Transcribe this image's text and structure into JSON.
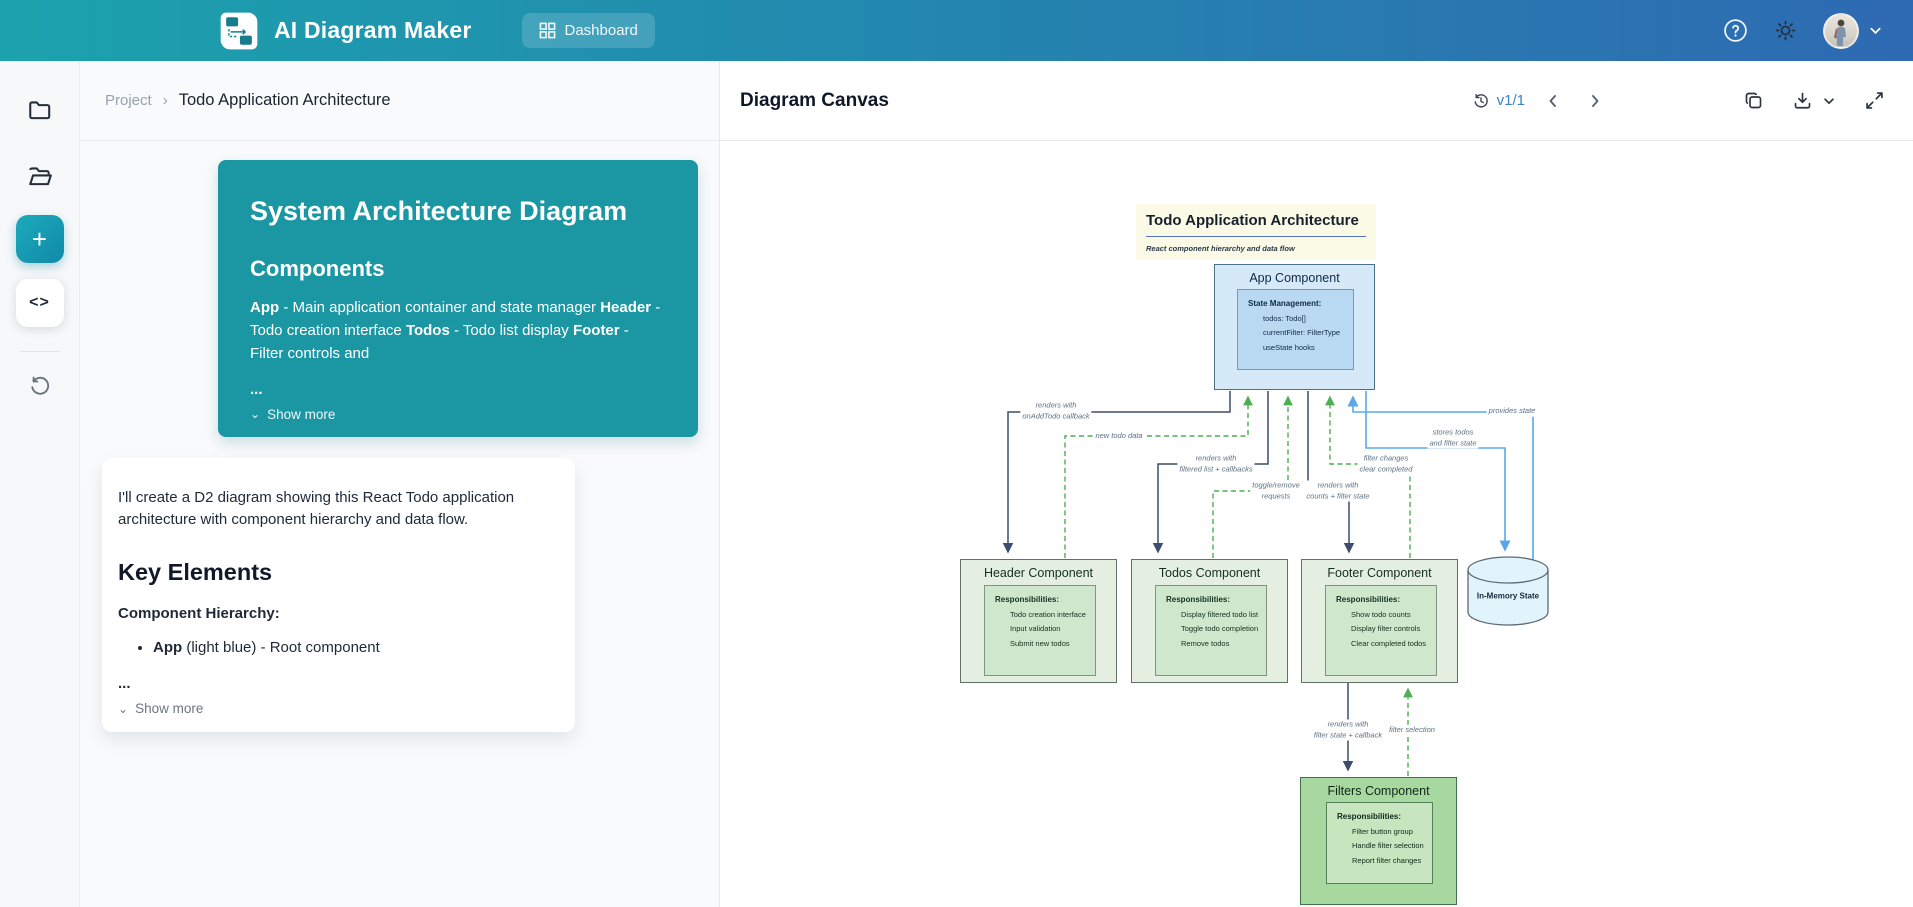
{
  "navbar": {
    "brand": "AI Diagram Maker",
    "dashboard_label": "Dashboard"
  },
  "breadcrumb": {
    "project": "Project",
    "separator": "›",
    "title": "Todo Application Architecture"
  },
  "prompt_card": {
    "title": "System Architecture Diagram",
    "heading": "Components",
    "segments": [
      {
        "bold": "App",
        "text": " - Main application container and state manager "
      },
      {
        "bold": "Header",
        "text": " - Todo creation interface "
      },
      {
        "bold": "Todos",
        "text": " - Todo list display "
      },
      {
        "bold": "Footer",
        "text": " - Filter controls and"
      }
    ],
    "ellipsis": "...",
    "show_more": "Show more",
    "chevron": "⌄"
  },
  "response_card": {
    "intro": "I'll create a D2 diagram showing this React Todo application architecture with component hierarchy and data flow.",
    "heading": "Key Elements",
    "subheading": "Component Hierarchy:",
    "bullet": {
      "bold": "App",
      "text": " (light blue) - Root component"
    },
    "ellipsis": "...",
    "show_more": "Show more",
    "chevron": "⌄"
  },
  "canvas_header": {
    "title": "Diagram Canvas",
    "version": "v1/1"
  },
  "diagram": {
    "title": "Todo Application Architecture",
    "subtitle": "React component hierarchy and data flow",
    "nodes": {
      "app": {
        "title": "App Component",
        "inner_heading": "State Management:",
        "items": [
          "todos: Todo[]",
          "currentFilter: FilterType",
          "useState hooks"
        ]
      },
      "header": {
        "title": "Header Component",
        "inner_heading": "Responsibilities:",
        "items": [
          "Todo creation interface",
          "Input validation",
          "Submit new todos"
        ]
      },
      "todos": {
        "title": "Todos Component",
        "inner_heading": "Responsibilities:",
        "items": [
          "Display filtered todo list",
          "Toggle todo completion",
          "Remove todos"
        ]
      },
      "footer": {
        "title": "Footer Component",
        "inner_heading": "Responsibilities:",
        "items": [
          "Show todo counts",
          "Display filter controls",
          "Clear completed todos"
        ]
      },
      "filters": {
        "title": "Filters Component",
        "inner_heading": "Responsibilities:",
        "items": [
          "Filter button group",
          "Handle filter selection",
          "Report filter changes"
        ]
      },
      "state": {
        "title": "In-Memory State"
      }
    },
    "edge_labels": [
      {
        "lines": [
          "renders with",
          "onAddTodo callback"
        ]
      },
      {
        "lines": [
          "new todo data"
        ]
      },
      {
        "lines": [
          "renders with",
          "filtered list + callbacks"
        ]
      },
      {
        "lines": [
          "toggle/remove",
          "requests"
        ]
      },
      {
        "lines": [
          "renders with",
          "counts + filter state"
        ]
      },
      {
        "lines": [
          "filter changes",
          "clear completed"
        ]
      },
      {
        "lines": [
          "stores todos",
          "and filter state"
        ]
      },
      {
        "lines": [
          "provides state"
        ]
      },
      {
        "lines": [
          "renders with",
          "filter state + callback"
        ]
      },
      {
        "lines": [
          "filter selection"
        ]
      }
    ],
    "colors": {
      "render_edge": "#3d4d6d",
      "callback_edge": "#4caf50",
      "state_edge": "#58a8e8",
      "app_fill": "#d6e9f8",
      "component_fill": "#e4efe2",
      "filters_fill": "#a7d8a0",
      "state_fill": "#e2f4fb"
    }
  },
  "colors": {
    "navbar_teal": "#1ca2ad",
    "navbar_blue": "#2e6ab2",
    "accent_teal": "#1b97a4",
    "version_blue": "#3b82c9"
  }
}
